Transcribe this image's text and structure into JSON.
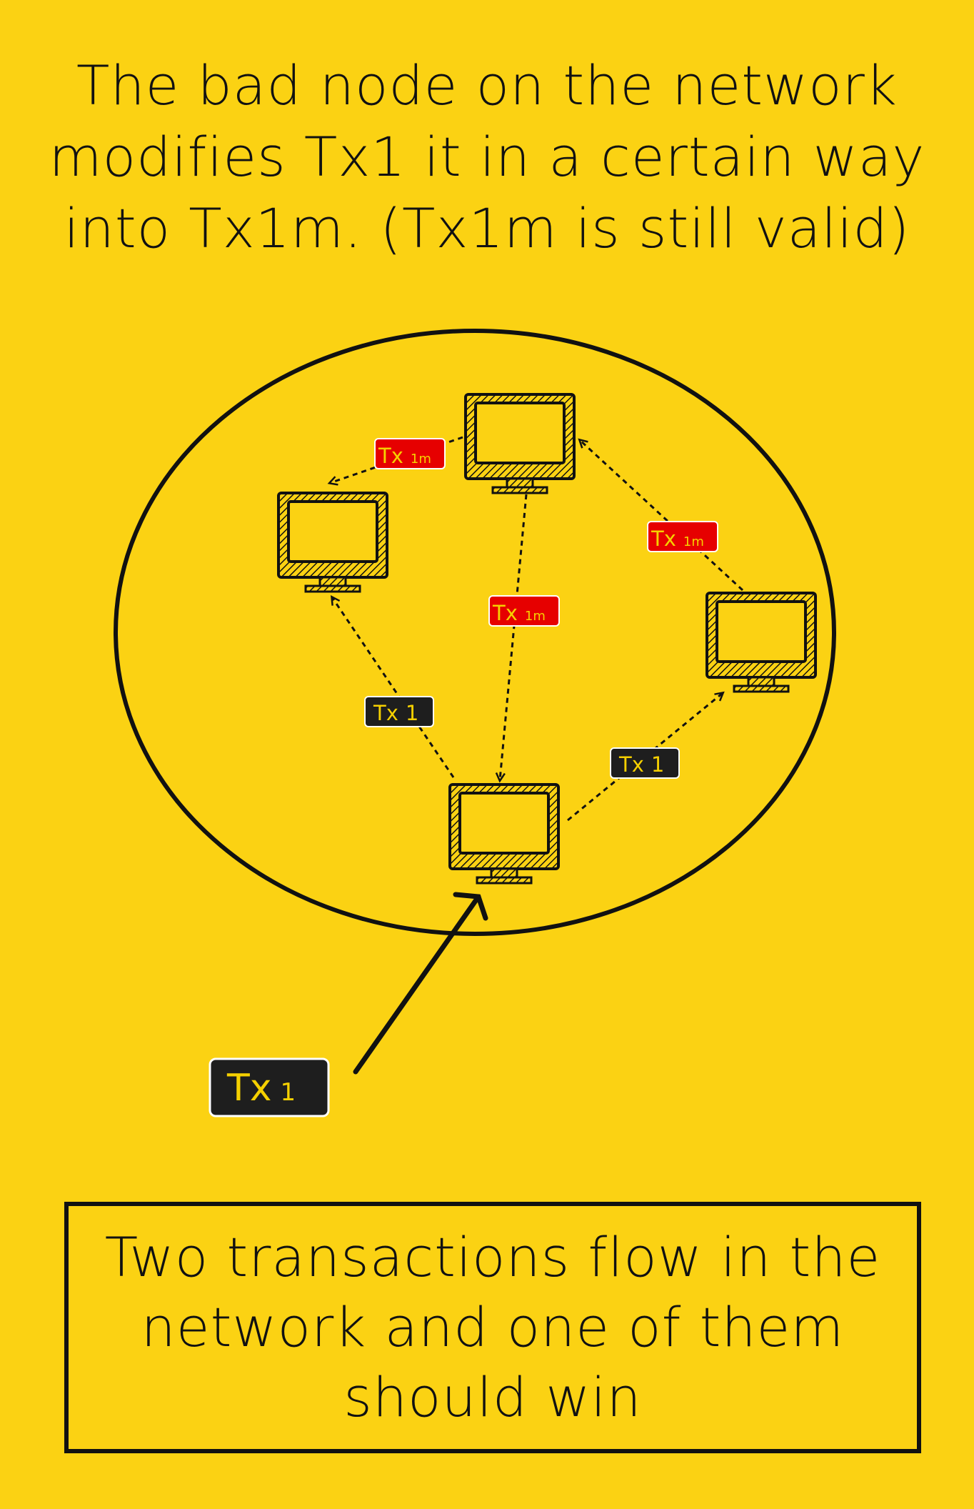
{
  "title": "The bad node on the network modifies Tx1 it in a certain way into Tx1m. (Tx1m is still valid)",
  "caption": "Two transactions flow in the network and one of them should win",
  "tx_original": {
    "main": "Tx",
    "sub": "1"
  },
  "tx_modified": {
    "main": "Tx",
    "sub": "1m"
  },
  "colors": {
    "background": "#FBD213",
    "stroke": "#111111",
    "original_badge": "#1E1E1E",
    "modified_badge": "#E60000",
    "badge_text": "#F5D000"
  },
  "icons": [
    "computer-monitor-icon"
  ]
}
